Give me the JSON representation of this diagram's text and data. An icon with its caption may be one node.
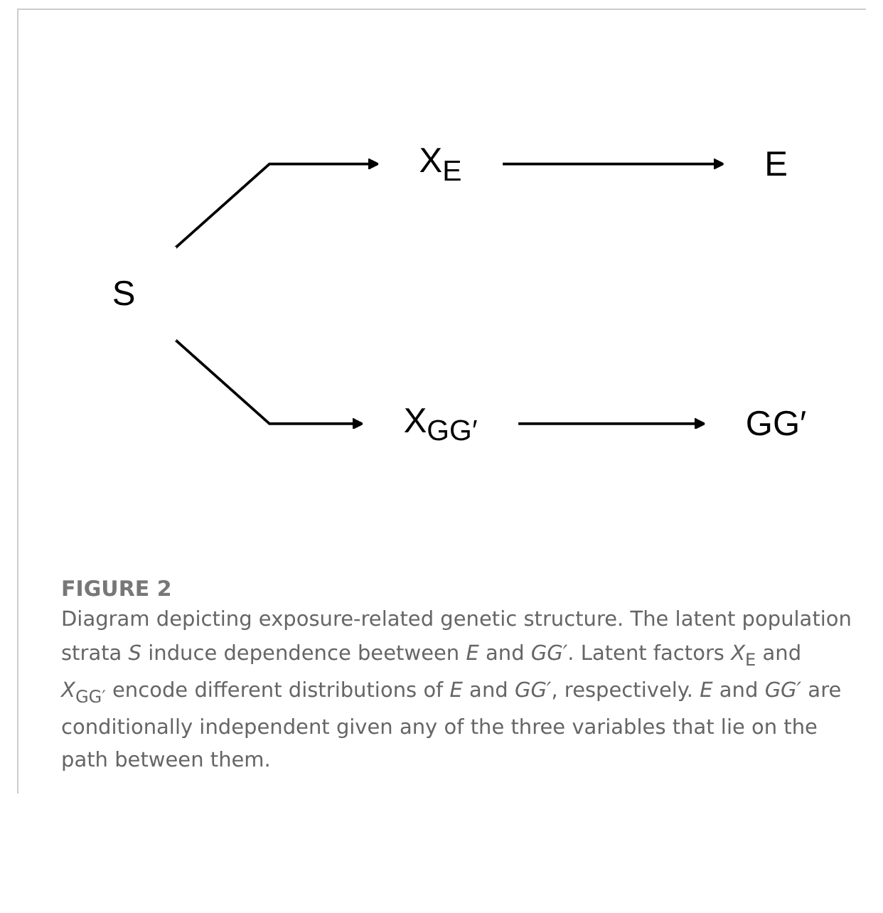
{
  "diagram": {
    "title": "FIGURE 2",
    "caption": "Diagram depicting exposure-related genetic structure. The latent population strata *S* induce dependence beetween *E* and *GG′*. Latent factors *X*$_{E}$ and *X*$_{GG′}$ encode different distributions of *E* and *GG′*, respectively. *E* and *GG′* are conditionally independent given any of the three variables that lie on the path between them.",
    "nodes": [
      {
        "text": [
          "S"
        ]
      },
      {
        "text": [
          "X$_{E}$"
        ]
      },
      {
        "text": [
          "E"
        ]
      },
      {
        "text": [
          "X$_{GG′}$"
        ]
      },
      {
        "text": [
          "GG′"
        ]
      }
    ],
    "edges": [
      {
        "from": 0,
        "to": 1,
        "arrow": "to"
      },
      {
        "from": 1,
        "to": 2,
        "arrow": "to"
      },
      {
        "from": 0,
        "to": 3,
        "arrow": "to"
      },
      {
        "from": 3,
        "to": 4,
        "arrow": "to"
      }
    ]
  }
}
